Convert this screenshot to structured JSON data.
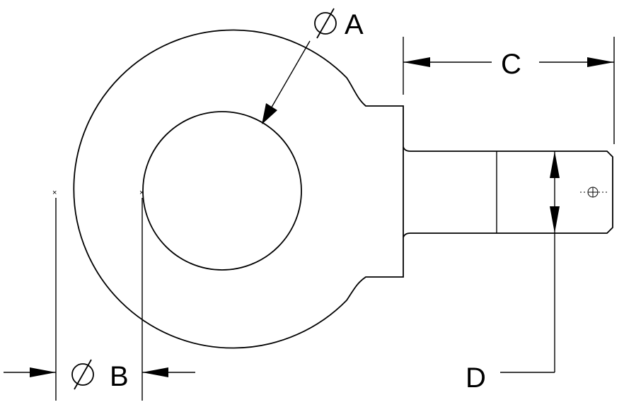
{
  "dimensions": {
    "a": {
      "symbol": "Ø",
      "letter": "A"
    },
    "b": {
      "symbol": "Ø",
      "letter": "B"
    },
    "c": {
      "letter": "C"
    },
    "d": {
      "letter": "D"
    }
  },
  "colors": {
    "line": "#000000",
    "background": "#ffffff"
  }
}
